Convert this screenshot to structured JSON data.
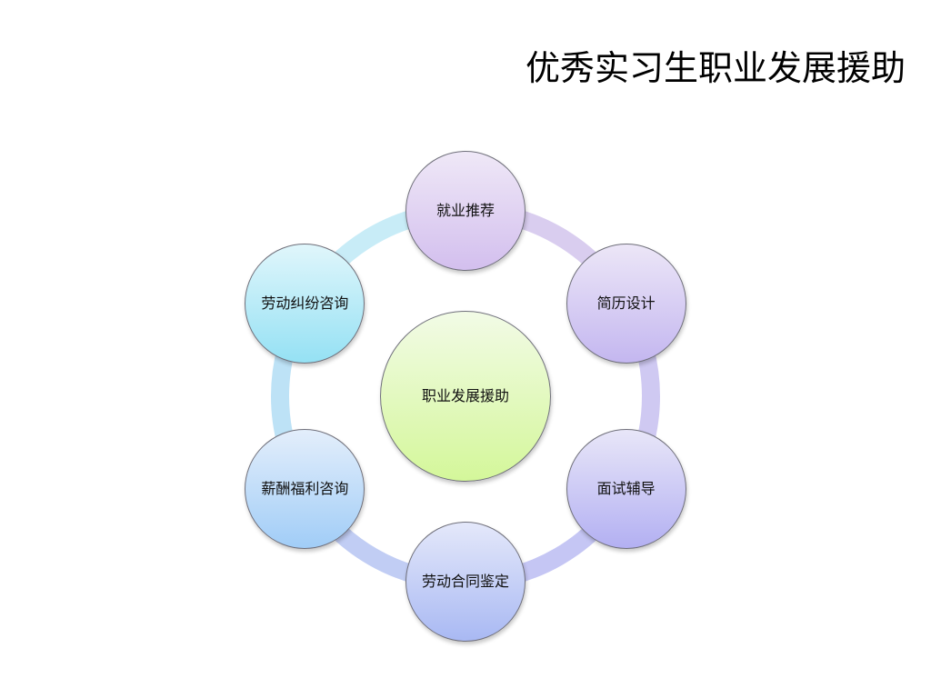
{
  "title": "优秀实习生职业发展援助",
  "center": {
    "label": "职业发展援助",
    "color_top": "#f2fbe6",
    "color_bottom": "#d4f79a"
  },
  "nodes": [
    {
      "label": "就业推荐",
      "color_top": "#efe8f7",
      "color_bottom": "#d3bfee"
    },
    {
      "label": "简历设计",
      "color_top": "#ece6f7",
      "color_bottom": "#c4b7f0"
    },
    {
      "label": "面试辅导",
      "color_top": "#e8e6f8",
      "color_bottom": "#b3b0f2"
    },
    {
      "label": "劳动合同鉴定",
      "color_top": "#e4e8fa",
      "color_bottom": "#a9b9f3"
    },
    {
      "label": "薪酬福利咨询",
      "color_top": "#e3eefb",
      "color_bottom": "#a1cdf7"
    },
    {
      "label": "劳动纠纷咨询",
      "color_top": "#e0f6fb",
      "color_bottom": "#95e1f4"
    }
  ],
  "ring_colors": [
    "#d9cdef",
    "#cfc9f2",
    "#c5c6f4",
    "#c1cdf4",
    "#bde2f6",
    "#c8ecf7"
  ]
}
